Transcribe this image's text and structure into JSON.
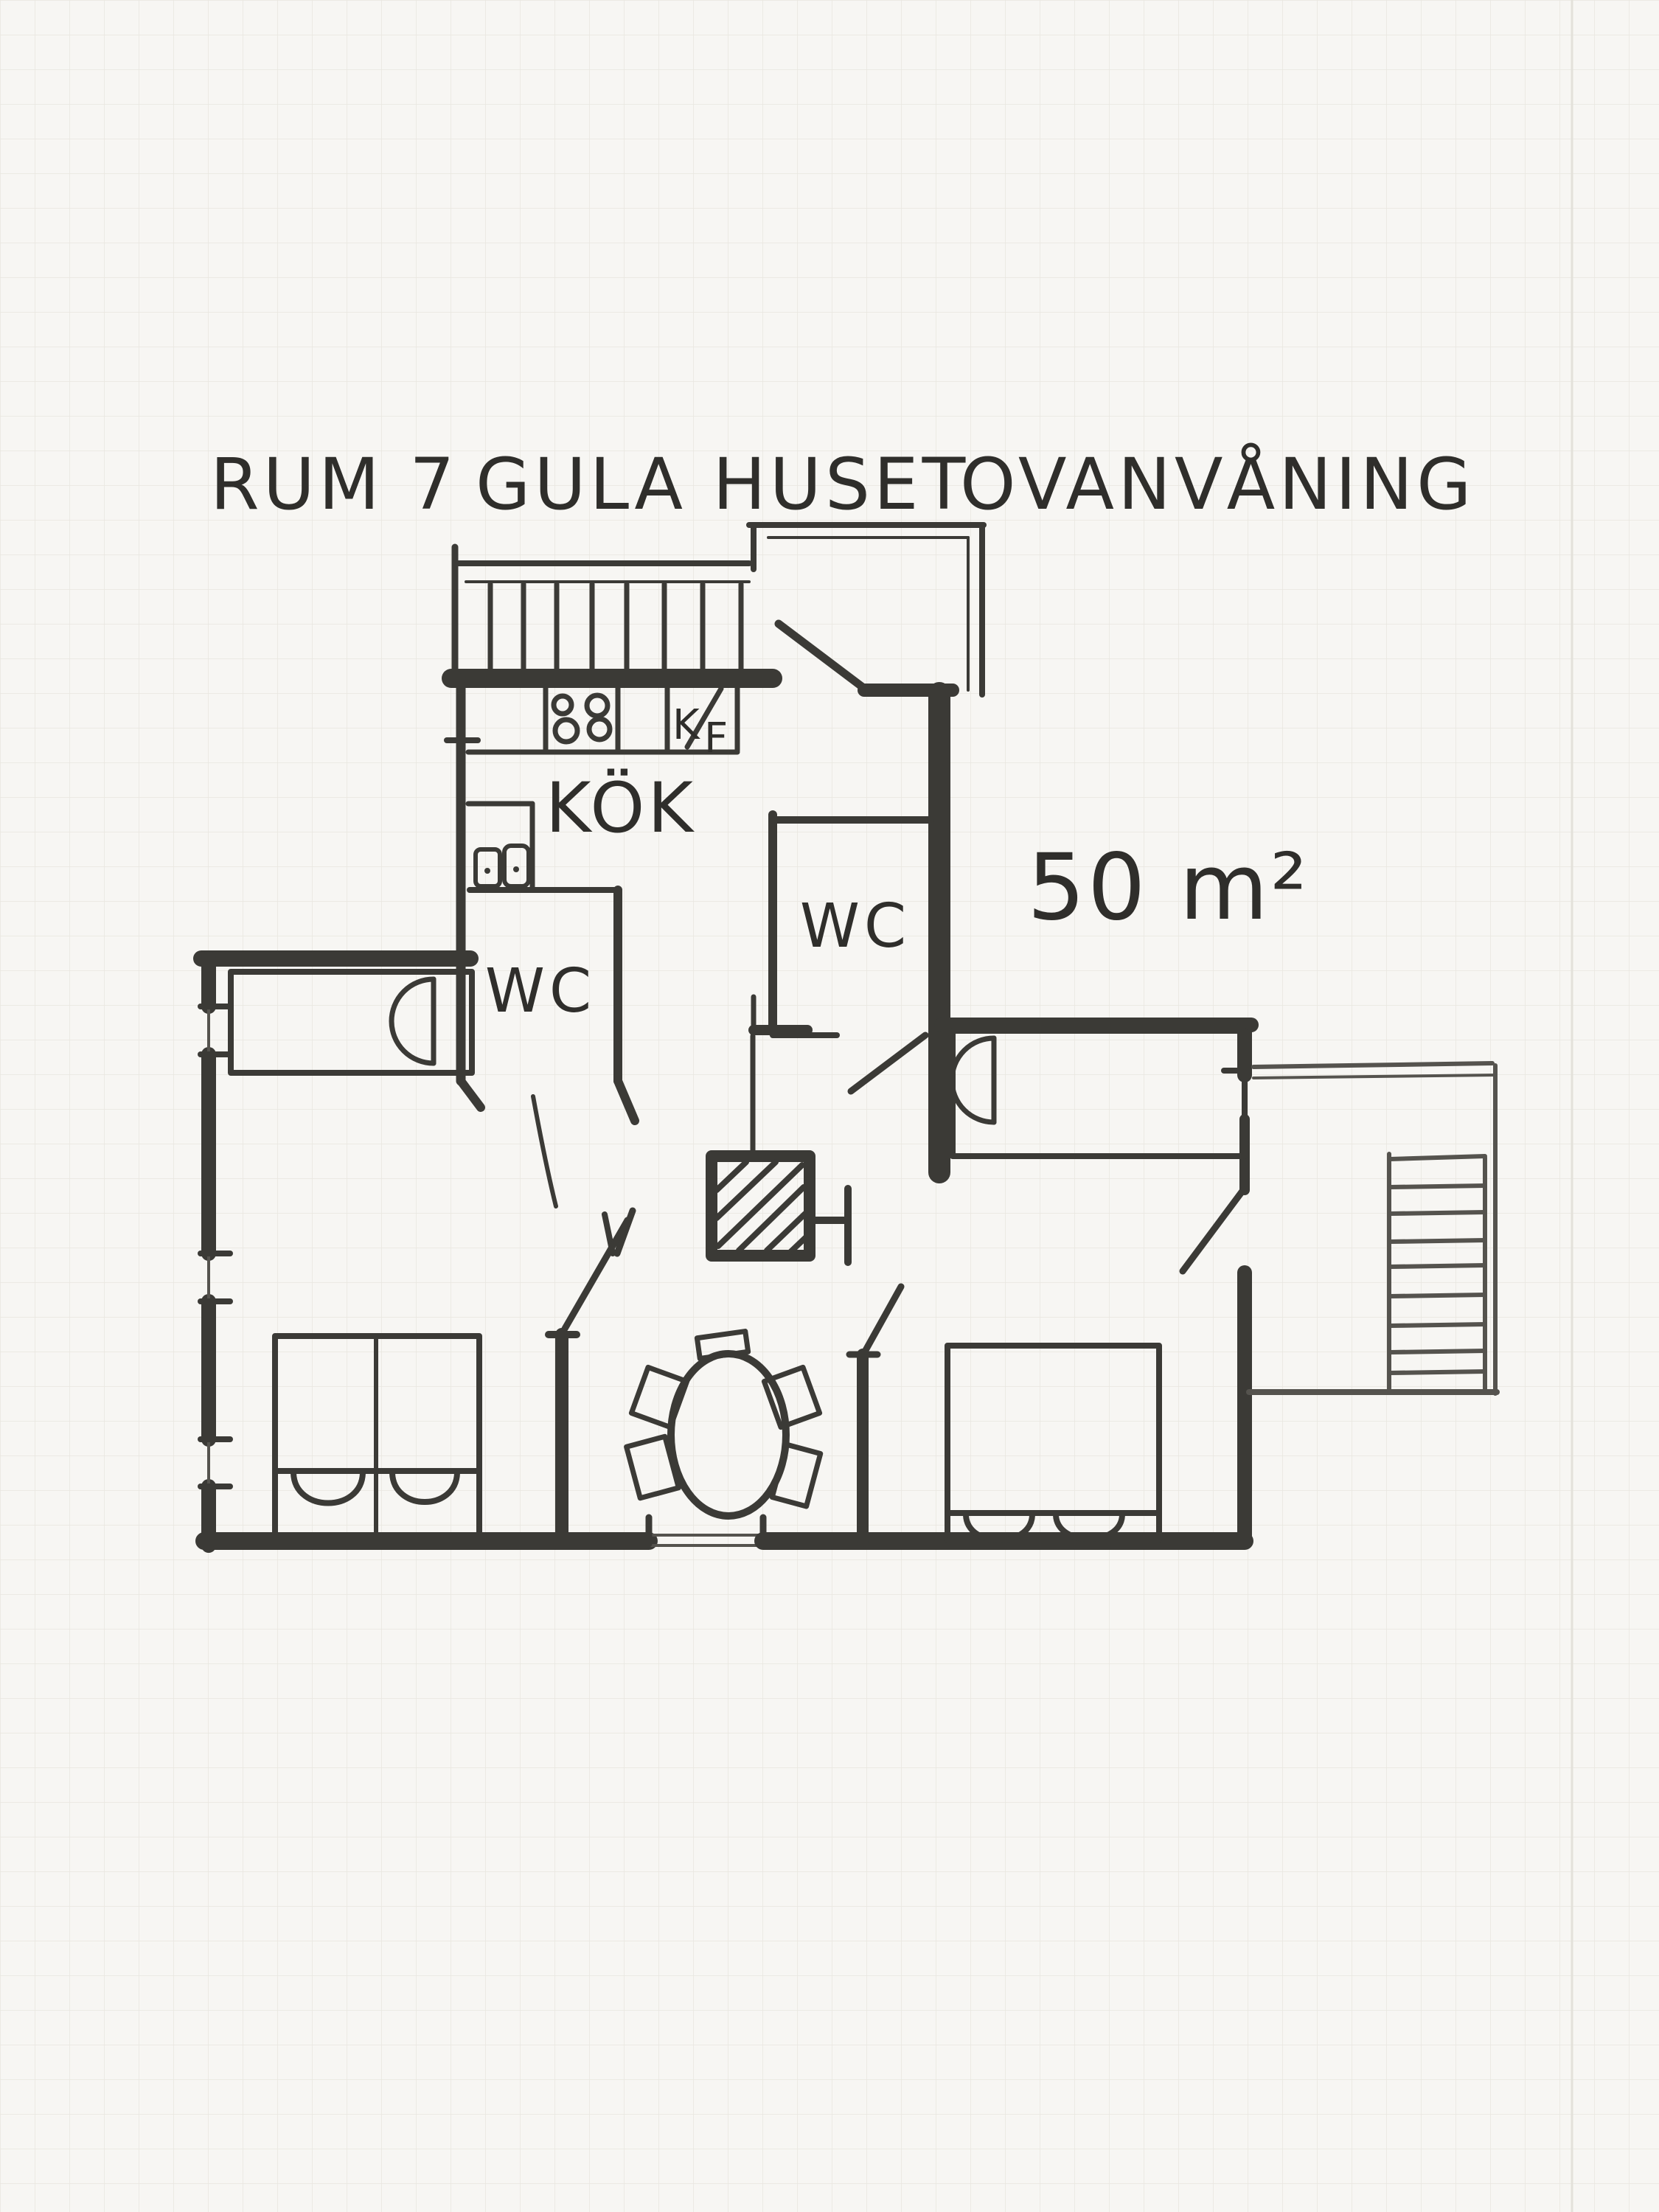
{
  "page": {
    "kind": "hand-drawn floor plan sketch on grid paper",
    "background_color": "#f7f6f3",
    "ink_color": "#3b3a36",
    "grid_color": "#e8e6e0"
  },
  "title": {
    "p1": "RUM 7",
    "p2": "GULA HUSET",
    "p3": "OVANVÅNING"
  },
  "labels": {
    "area": "50 m²",
    "kitchen": "KÖK",
    "wc_left": "WC",
    "wc_center": "WC",
    "fridge_freezer_k": "K",
    "fridge_freezer_f": "F"
  },
  "icons": {
    "interior_stairs": "stairs-icon",
    "balcony_stairs": "stairs-icon",
    "stove": "stove-burners-icon",
    "sink": "double-sink-icon",
    "chimney": "hatched-chimney-icon",
    "dining_table": "oval-table-icon",
    "chairs": "chair-icon",
    "beds": "bed-icon",
    "doors": "door-leaf-icon"
  }
}
